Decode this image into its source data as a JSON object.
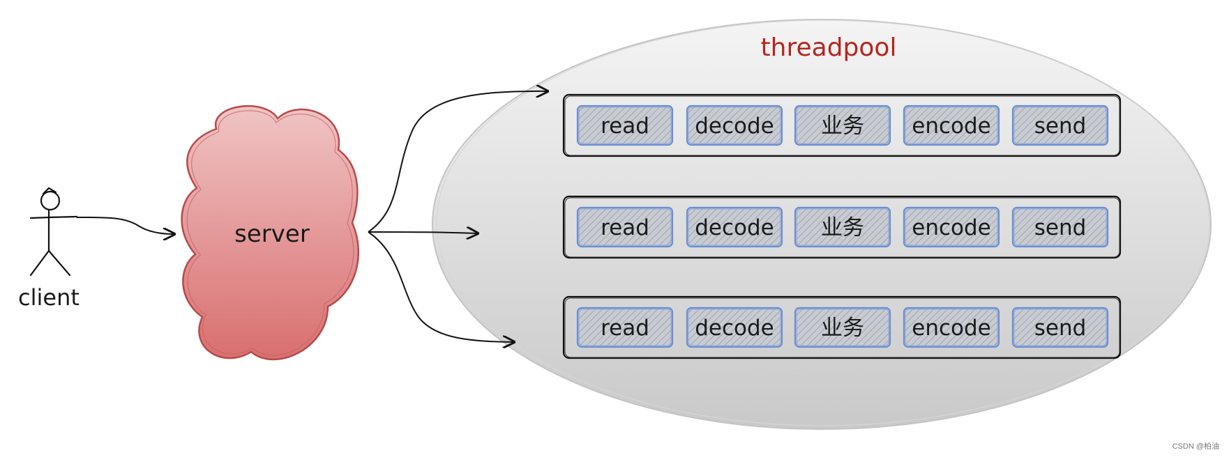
{
  "diagram": {
    "client_label": "client",
    "server_label": "server",
    "pool_label": "threadpool",
    "stages": [
      "read",
      "decode",
      "业务",
      "encode",
      "send"
    ],
    "thread_rows": 3
  },
  "colors": {
    "pool_label": "#b3261e",
    "server_fill_top": "#f0c4c4",
    "server_fill_bottom": "#d96f6f",
    "server_stroke": "#b84a4a",
    "pool_fill_top": "#f4f4f4",
    "pool_fill_bottom": "#c9c9c9",
    "stage_border": "#6b8fd1",
    "ink": "#111111"
  },
  "watermark": "CSDN @柏油"
}
